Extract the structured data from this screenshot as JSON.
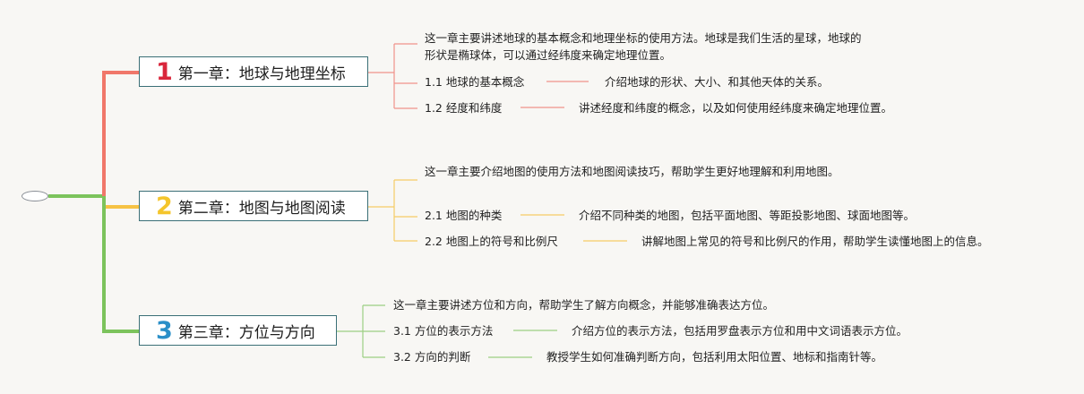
{
  "root": {},
  "chapters": [
    {
      "num": "1",
      "title": "第一章：地球与地理坐标",
      "num_color": "#d9273c",
      "line_color": "#f0776a",
      "summary": "这一章主要讲述地球的基本概念和地理坐标的使用方法。地球是我们生活的星球，地球的形状是椭球体，可以通过经纬度来确定地理位置。",
      "sections": [
        {
          "label": "1.1 地球的基本概念",
          "desc": "介绍地球的形状、大小、和其他天体的关系。"
        },
        {
          "label": "1.2 经度和纬度",
          "desc": "讲述经度和纬度的概念，以及如何使用经纬度来确定地理位置。"
        }
      ]
    },
    {
      "num": "2",
      "title": "第二章：地图与地图阅读",
      "num_color": "#f4c52c",
      "line_color": "#f6c244",
      "summary": "这一章主要介绍地图的使用方法和地图阅读技巧，帮助学生更好地理解和利用地图。",
      "sections": [
        {
          "label": "2.1 地图的种类",
          "desc": "介绍不同种类的地图，包括平面地图、等距投影地图、球面地图等。"
        },
        {
          "label": "2.2 地图上的符号和比例尺",
          "desc": "讲解地图上常见的符号和比例尺的作用，帮助学生读懂地图上的信息。"
        }
      ]
    },
    {
      "num": "3",
      "title": "第三章：方位与方向",
      "num_color": "#2a8fc8",
      "line_color": "#7cc35c",
      "summary": "这一章主要讲述方位和方向，帮助学生了解方向概念，并能够准确表达方位。",
      "sections": [
        {
          "label": "3.1 方位的表示方法",
          "desc": "介绍方位的表示方法，包括用罗盘表示方位和用中文词语表示方位。"
        },
        {
          "label": "3.2 方向的判断",
          "desc": "教授学生如何准确判断方向，包括利用太阳位置、地标和指南针等。"
        }
      ]
    }
  ]
}
